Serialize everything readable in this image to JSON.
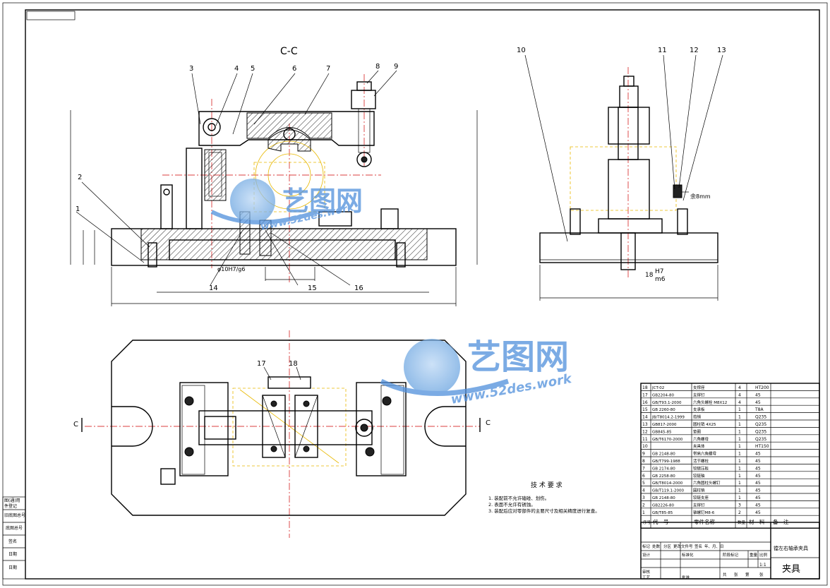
{
  "drawing": {
    "section_label": "C-C",
    "section_marks": [
      "C",
      "C"
    ],
    "title": "夹具",
    "subtitle": "镗左右轴承夹具",
    "watermark_text": "艺图网",
    "watermark_url": "www.52des.work",
    "tech_req_title": "技 术 要 求",
    "tech_reqs": [
      "1. 装配前不允许磕碰、划伤。",
      "2. 表面不允许有锈蚀。",
      "3. 装配后应对零部件的主要尺寸及相关精度进行复查。"
    ],
    "callouts": [
      "1",
      "2",
      "3",
      "4",
      "5",
      "6",
      "7",
      "8",
      "9",
      "10",
      "11",
      "12",
      "13",
      "14",
      "15",
      "16",
      "17",
      "18"
    ],
    "dims": {
      "fit_left": "φ10H7/g6",
      "fit_right_num": "18",
      "fit_right_up": "H7",
      "fit_right_low": "m6",
      "note_right": "余8mm"
    }
  },
  "bom": {
    "header": [
      "序号",
      "代　号",
      "零件名称",
      "数量",
      "材　料",
      "备　注"
    ],
    "rows": [
      {
        "no": "18",
        "code": "JCT-02",
        "name": "支撑座",
        "qty": "4",
        "mat": "HT200"
      },
      {
        "no": "17",
        "code": "GB2204-80",
        "name": "支撑钉",
        "qty": "4",
        "mat": "45"
      },
      {
        "no": "16",
        "code": "GB/T93.1-2000",
        "name": "六角头螺栓 M8X12",
        "qty": "4",
        "mat": "45"
      },
      {
        "no": "15",
        "code": "GB 2260-80",
        "name": "支承板",
        "qty": "1",
        "mat": "T8A"
      },
      {
        "no": "14",
        "code": "JB/T8014.2-1999",
        "name": "挡销",
        "qty": "1",
        "mat": "Q235"
      },
      {
        "no": "13",
        "code": "GB817-2000",
        "name": "圆柱销 4X25",
        "qty": "1",
        "mat": "Q235"
      },
      {
        "no": "12",
        "code": "GB845-85",
        "name": "垫圈",
        "qty": "1",
        "mat": "Q235"
      },
      {
        "no": "11",
        "code": "GB/T6170-2000",
        "name": "六角螺母",
        "qty": "1",
        "mat": "Q235"
      },
      {
        "no": "10",
        "code": "",
        "name": "夹具体",
        "qty": "1",
        "mat": "HT150"
      },
      {
        "no": "9",
        "code": "GB 2148-80",
        "name": "带肩六角螺母",
        "qty": "1",
        "mat": "45"
      },
      {
        "no": "8",
        "code": "GB/T799-1988",
        "name": "活节螺栓",
        "qty": "1",
        "mat": "45"
      },
      {
        "no": "7",
        "code": "GB 2174-80",
        "name": "铰链压板",
        "qty": "1",
        "mat": "45"
      },
      {
        "no": "6",
        "code": "GB 2258-80",
        "name": "铰链轴",
        "qty": "1",
        "mat": "45"
      },
      {
        "no": "5",
        "code": "GB/T8014-2000",
        "name": "六角圆柱头螺钉",
        "qty": "1",
        "mat": "45"
      },
      {
        "no": "4",
        "code": "GB/T119.1-2000",
        "name": "圆柱销",
        "qty": "1",
        "mat": "45"
      },
      {
        "no": "3",
        "code": "GB 2148-80",
        "name": "铰链支座",
        "qty": "1",
        "mat": "45"
      },
      {
        "no": "2",
        "code": "GB2226-80",
        "name": "支撑钉",
        "qty": "3",
        "mat": "45"
      },
      {
        "no": "1",
        "code": "GB/T85-85",
        "name": "锥螺钉M8-6",
        "qty": "2",
        "mat": "45"
      }
    ]
  },
  "titleblock": {
    "labels": [
      "标记",
      "处数",
      "分区",
      "更改文件号",
      "签名",
      "年、月、日",
      "设计",
      "标准化",
      "审核",
      "工艺",
      "批准",
      "阶段标记",
      "重量",
      "比例",
      "共",
      "张",
      "第",
      "张"
    ],
    "scale": "1:1"
  },
  "sidebar": {
    "labels": [
      "图(通)用",
      "件登记",
      "旧底图总号",
      "底图总号",
      "签名",
      "日期",
      "日期"
    ]
  }
}
